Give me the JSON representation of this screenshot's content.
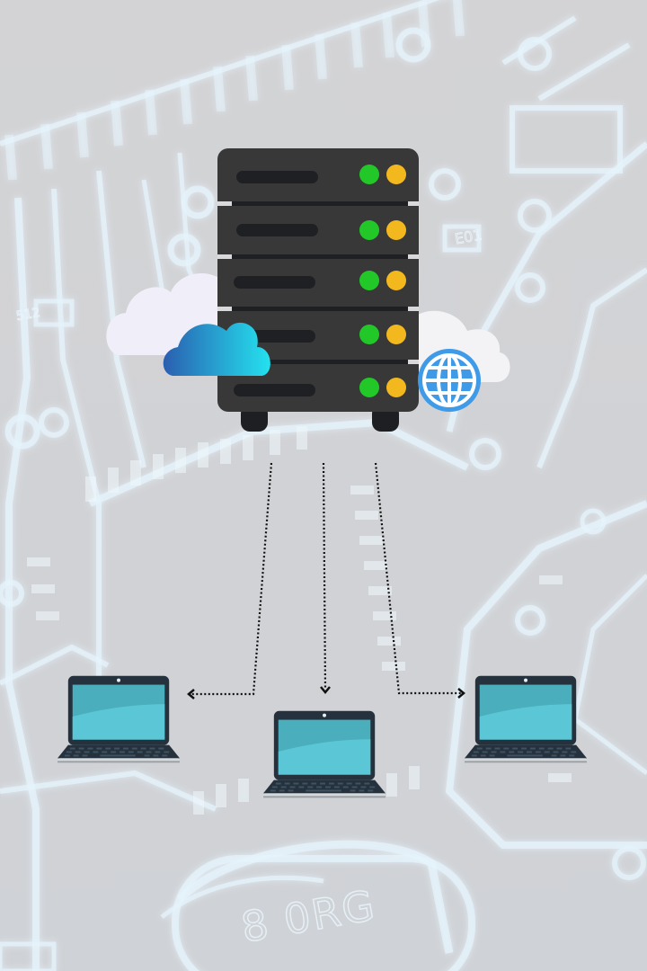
{
  "diagram": {
    "type": "client-server network",
    "nodes": [
      {
        "id": "server",
        "kind": "server-rack",
        "units": 5,
        "leds": [
          "green",
          "amber"
        ]
      },
      {
        "id": "cloud",
        "kind": "cloud-icon"
      },
      {
        "id": "globe",
        "kind": "globe-icon"
      },
      {
        "id": "laptop-left",
        "kind": "laptop"
      },
      {
        "id": "laptop-center",
        "kind": "laptop"
      },
      {
        "id": "laptop-right",
        "kind": "laptop"
      }
    ],
    "edges": [
      {
        "from": "server",
        "to": "laptop-left",
        "style": "dotted-arrow"
      },
      {
        "from": "server",
        "to": "laptop-center",
        "style": "dotted-arrow"
      },
      {
        "from": "server",
        "to": "laptop-right",
        "style": "dotted-arrow"
      }
    ]
  },
  "background": {
    "description": "faded circuit board",
    "chip_markings": [
      "8 0RG",
      "E01",
      "512"
    ]
  },
  "colors": {
    "background": "#d0d1d4",
    "trace": "#eaf6fd",
    "server_body": "#383838",
    "server_slot": "#1f2023",
    "led_green": "#22c828",
    "led_amber": "#f2b81e",
    "cloud_gradient_start": "#2a5fb0",
    "cloud_gradient_end": "#24e2ef",
    "globe": "#3f9ae8",
    "laptop_frame": "#25323d",
    "laptop_screen": "#4fb9c8",
    "arrow": "#111111"
  }
}
